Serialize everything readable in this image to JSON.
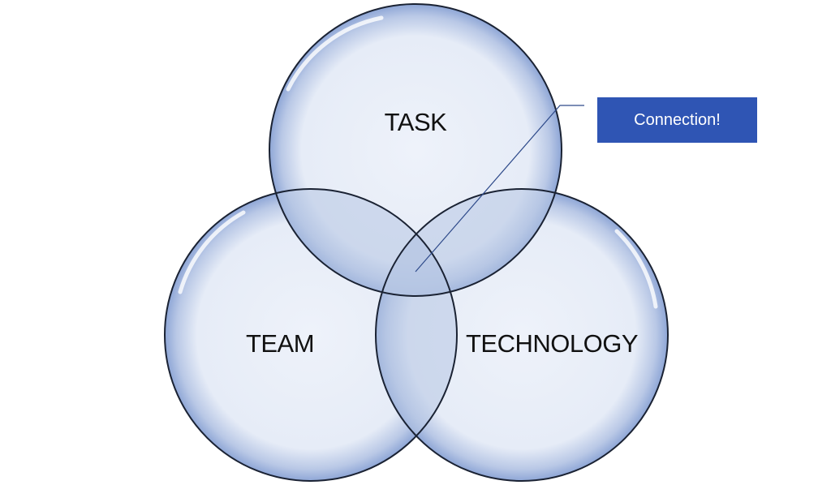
{
  "diagram": {
    "circles": [
      {
        "id": "task",
        "label": "TASK"
      },
      {
        "id": "team",
        "label": "TEAM"
      },
      {
        "id": "technology",
        "label": "TECHNOLOGY"
      }
    ],
    "callout": {
      "text": "Connection!"
    }
  },
  "colors": {
    "circle_fill": "#e9eef8",
    "circle_stroke": "#1a2233",
    "overlap_fill": "#c4d0e8",
    "callout_fill": "#2f55b4",
    "callout_text": "#ffffff",
    "leader_line": "#2e4a8a"
  }
}
